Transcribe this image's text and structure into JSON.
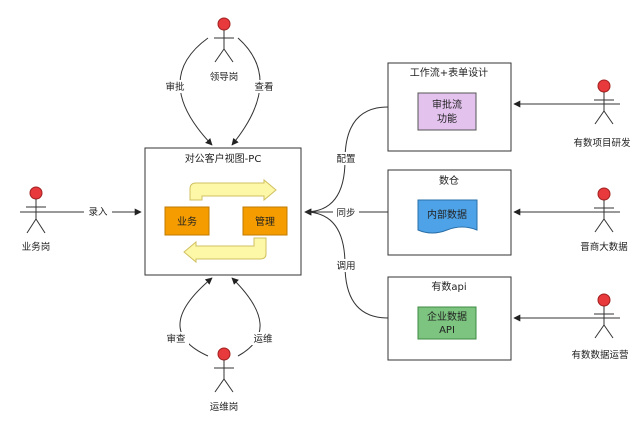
{
  "actors": {
    "leader": "领导岗",
    "business": "业务岗",
    "ops": "运维岗",
    "project_dev": "有数项目研发",
    "shangyi_data": "晋商大数据",
    "data_ops": "有数数据运营"
  },
  "edges": {
    "approve": "审批",
    "view": "查看",
    "input": "录入",
    "review": "审查",
    "operate": "运维",
    "configure": "配置",
    "sync": "同步",
    "invoke": "调用"
  },
  "center": {
    "title": "对公客户视图-PC",
    "business_box": "业务",
    "manage_box": "管理"
  },
  "workflow": {
    "title": "工作流+表单设计",
    "box_line1": "审批流",
    "box_line2": "功能"
  },
  "warehouse": {
    "title": "数仓",
    "box": "内部数据"
  },
  "api": {
    "title": "有数api",
    "box_line1": "企业数据",
    "box_line2": "API"
  },
  "colors": {
    "actor_head": "#e8393c",
    "business_fill": "#f59d00",
    "manage_fill": "#f59d00",
    "cycle_arrow": "#fdf7a8",
    "workflow_box": "#e3c3ee",
    "warehouse_box": "#4ea3e8",
    "api_box": "#7cc47f"
  }
}
